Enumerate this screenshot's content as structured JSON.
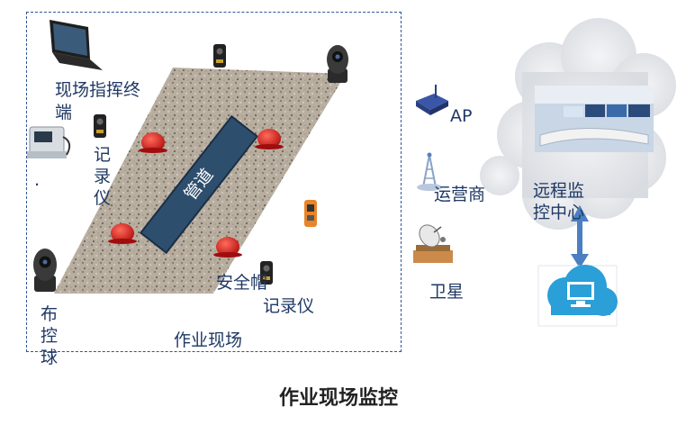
{
  "labels": {
    "terminal": "现场指挥终端",
    "recorder_left": "记录仪",
    "recorder_bottom": "记录仪",
    "pipeline": "管道",
    "helmet": "安全帽",
    "dome_camera": "布控球",
    "site": "作业现场",
    "ap": "AP",
    "carrier": "运营商",
    "satellite": "卫星",
    "remote_center": "远程监控中心",
    "caption": "作业现场监控",
    "dot": "."
  },
  "colors": {
    "frame": "#2f5597",
    "text": "#1f3864",
    "pipe": "#2e4e6e",
    "helmet": "#d92020",
    "cloud": "#e4e6ea",
    "arrow": "#4a7fc1"
  },
  "icons": [
    "laptop-icon",
    "recorder-icon",
    "dome-camera-icon",
    "helmet-icon",
    "sensor-box-icon",
    "gas-detector-icon",
    "router-icon",
    "cell-tower-icon",
    "satellite-dish-icon",
    "monitor-cloud-icon"
  ]
}
